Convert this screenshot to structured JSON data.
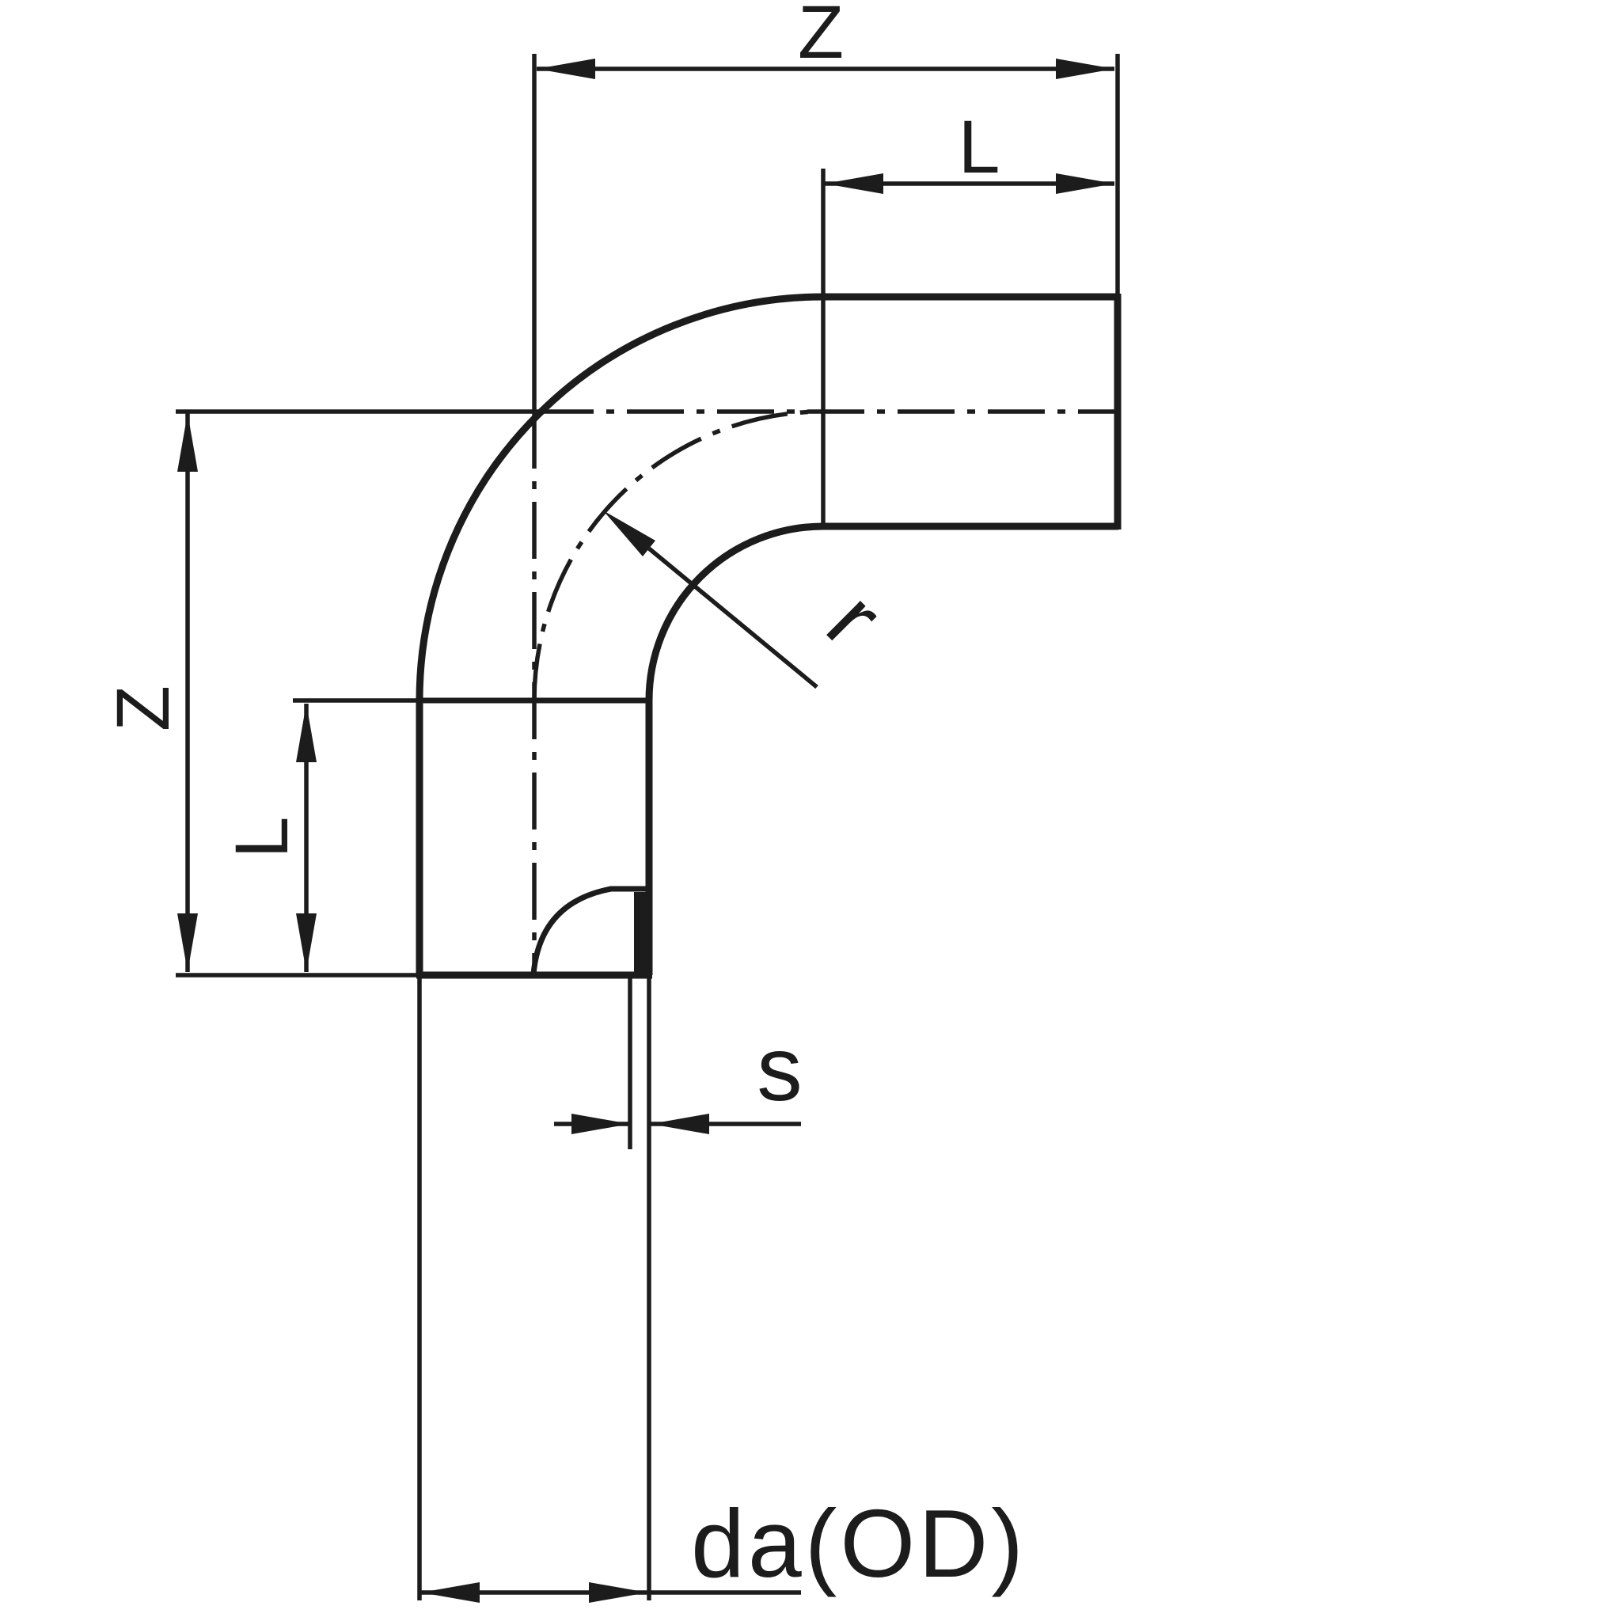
{
  "drawing": {
    "type": "technical-drawing-pipe-elbow-90deg",
    "labels": {
      "z_top": "Z",
      "l_top": "L",
      "z_left": "Z",
      "l_left": "L",
      "bend_radius": "r",
      "wall_thickness": "s",
      "outer_diameter": "da(OD)"
    },
    "colors": {
      "line": "#1c1c1c",
      "background": "#ffffff"
    }
  }
}
